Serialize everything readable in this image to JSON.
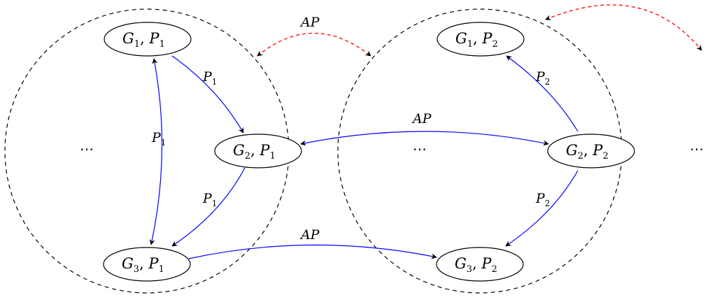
{
  "colors": {
    "edge": "#0000ff",
    "ap_link": "#ff0000",
    "cluster": "#000000",
    "node": "#000000"
  },
  "clusters": [
    {
      "nodes": [
        {
          "g": "G",
          "g_sub": "1",
          "p": "P",
          "p_sub": "1"
        },
        {
          "g": "G",
          "g_sub": "2",
          "p": "P",
          "p_sub": "1"
        },
        {
          "g": "G",
          "g_sub": "3",
          "p": "P",
          "p_sub": "1"
        }
      ],
      "edges": [
        {
          "from": "G1,P1",
          "to": "G2,P1",
          "label": "P",
          "label_sub": "1"
        },
        {
          "from": "G2,P1",
          "to": "G3,P1",
          "label": "P",
          "label_sub": "1"
        },
        {
          "from": "G1,P1",
          "to": "G3,P1",
          "label": "P",
          "label_sub": "1",
          "bidirectional": true
        }
      ],
      "ellipsis": "⋯"
    },
    {
      "nodes": [
        {
          "g": "G",
          "g_sub": "1",
          "p": "P",
          "p_sub": "2"
        },
        {
          "g": "G",
          "g_sub": "2",
          "p": "P",
          "p_sub": "2"
        },
        {
          "g": "G",
          "g_sub": "3",
          "p": "P",
          "p_sub": "2"
        }
      ],
      "edges": [
        {
          "from": "G2,P2",
          "to": "G1,P2",
          "label": "P",
          "label_sub": "2"
        },
        {
          "from": "G2,P2",
          "to": "G3,P2",
          "label": "P",
          "label_sub": "2"
        }
      ],
      "ellipsis": "⋯"
    }
  ],
  "cross_edges": [
    {
      "from": "G2,P1",
      "to": "G2,P2",
      "label": "AP",
      "bidirectional": true
    },
    {
      "from": "G3,P1",
      "to": "G3,P2",
      "label": "AP"
    }
  ],
  "cluster_links": [
    {
      "from": "cluster-1",
      "to": "cluster-2",
      "label": "AP",
      "style": "dashed",
      "bidirectional": true
    },
    {
      "from": "cluster-2",
      "to": "next-cluster",
      "label": "",
      "style": "dashed",
      "bidirectional": true
    }
  ],
  "trailing_ellipsis": "⋯"
}
